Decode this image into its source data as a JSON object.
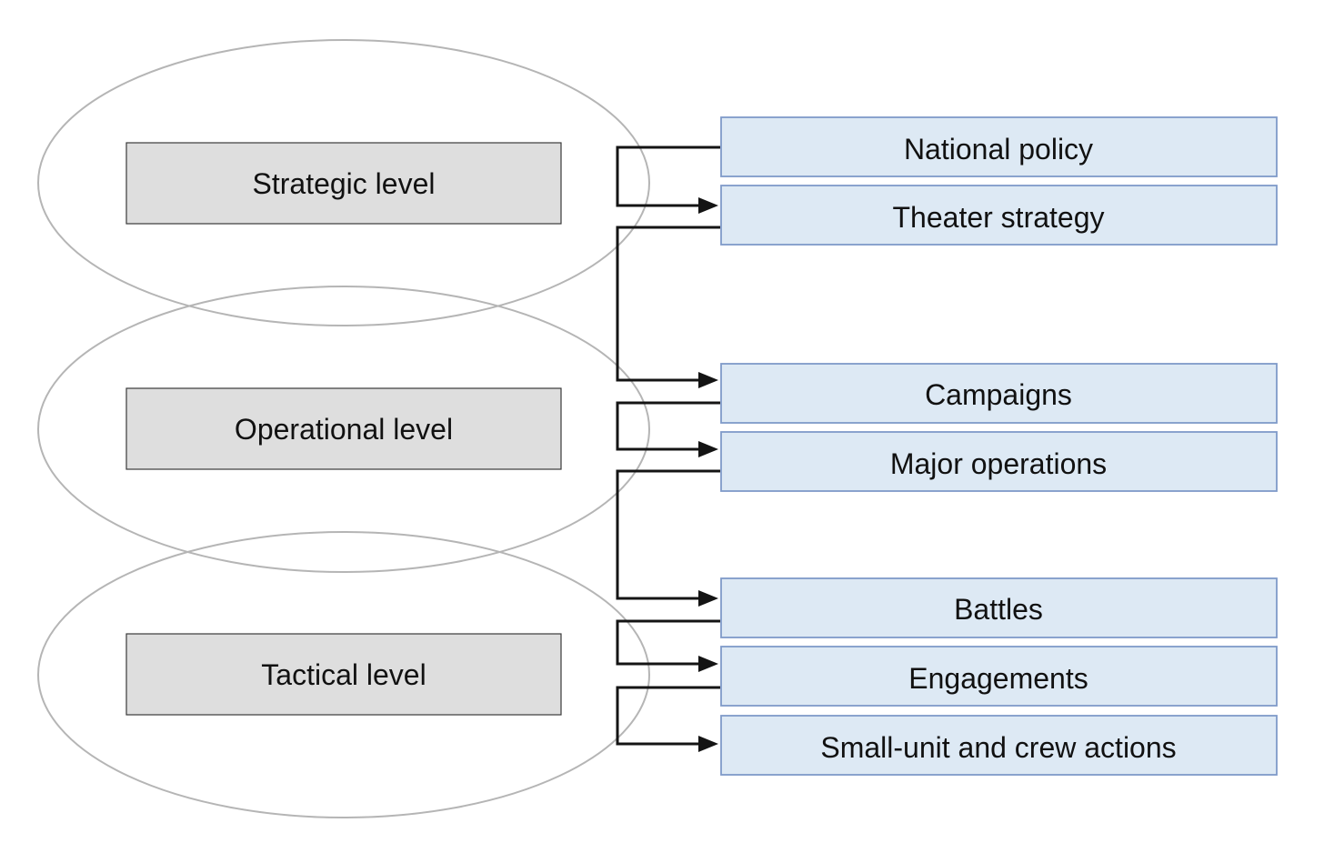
{
  "levels": [
    {
      "label": "Strategic level"
    },
    {
      "label": "Operational level"
    },
    {
      "label": "Tactical level"
    }
  ],
  "items": [
    {
      "label": "National policy"
    },
    {
      "label": "Theater strategy"
    },
    {
      "label": "Campaigns"
    },
    {
      "label": "Major operations"
    },
    {
      "label": "Battles"
    },
    {
      "label": "Engagements"
    },
    {
      "label": "Small-unit and crew actions"
    }
  ],
  "colors": {
    "level_box_fill": "#dedede",
    "item_box_fill": "#dde9f4",
    "item_box_stroke": "#7f9ac9",
    "ellipse_stroke": "#b5b5b5",
    "connector": "#141414"
  }
}
